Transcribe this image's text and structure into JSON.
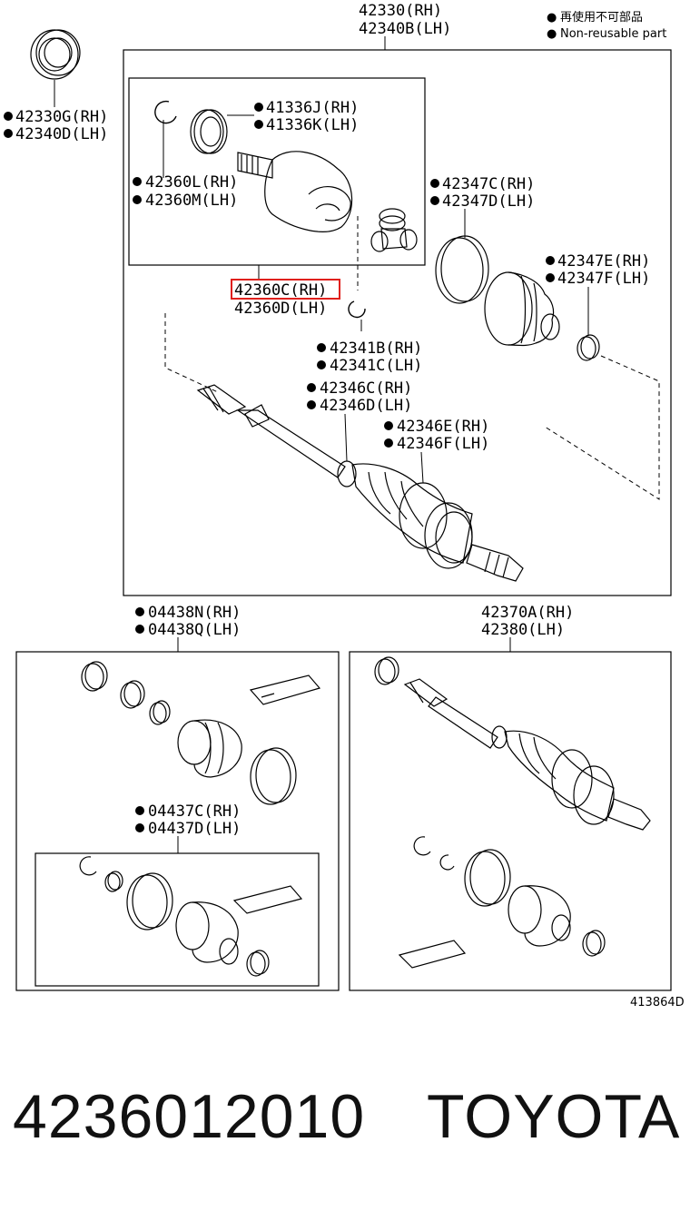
{
  "legend": {
    "dot_symbol": "●",
    "line_cn": "再使用不可部品",
    "line_en": "Non-reusable part"
  },
  "top_assembly": {
    "rh": "42330(RH)",
    "lh": "42340B(LH)"
  },
  "callouts": {
    "seal_rh": "42330G(RH)",
    "seal_lh": "42340D(LH)",
    "ring_rh": "41336J(RH)",
    "ring_lh": "41336K(LH)",
    "inner_joint_rh": "42360L(RH)",
    "inner_joint_lh": "42360M(LH)",
    "boot_clamp_rh": "42347C(RH)",
    "boot_clamp_lh": "42347D(LH)",
    "small_clamp_rh": "42347E(RH)",
    "small_clamp_lh": "42347F(LH)",
    "inboard_joint_rh": "42360C(RH)",
    "inboard_joint_lh": "42360D(LH)",
    "snap_ring_rh": "42341B(RH)",
    "snap_ring_lh": "42341C(LH)",
    "damper_clamp_rh": "42346C(RH)",
    "damper_clamp_lh": "42346D(LH)",
    "outer_clamp_rh": "42346E(RH)",
    "outer_clamp_lh": "42346F(LH)",
    "boot_kit_rh": "04438N(RH)",
    "boot_kit_lh": "04438Q(LH)",
    "inner_boot_kit_rh": "04437C(RH)",
    "inner_boot_kit_lh": "04437D(LH)",
    "outer_shaft_rh": "42370A(RH)",
    "outer_shaft_lh": "42380(LH)"
  },
  "illustration_id": "413864D",
  "part_number": "4236012010",
  "brand": "TOYOTA",
  "colors": {
    "highlight": "#e0201c",
    "line": "#000000"
  }
}
